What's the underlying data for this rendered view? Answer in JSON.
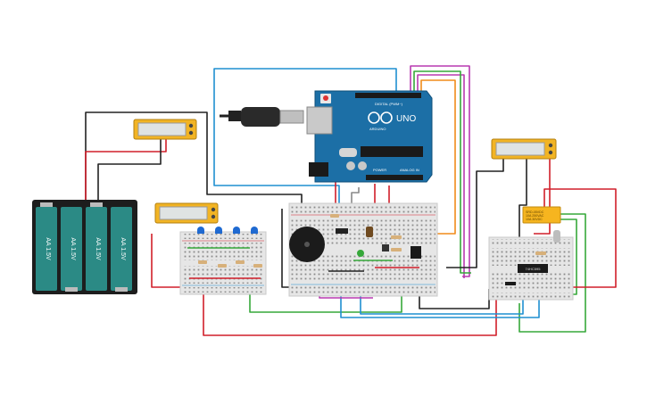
{
  "arduino": {
    "brand": "ARDUINO",
    "model": "UNO",
    "digital_label": "DIGITAL (PWM~)",
    "power_label": "POWER",
    "analog_label": "ANALOG IN"
  },
  "battery": {
    "cells": [
      "AA 1.5V",
      "AA 1.5V",
      "AA 1.5V",
      "AA 1.5V"
    ]
  },
  "relay": {
    "label_lines": [
      "SRD-05VDC",
      "10A 250VAC",
      "10A 30VDC"
    ]
  },
  "ic": {
    "label": "74HC595"
  },
  "colors": {
    "wire_red": "#d11f2a",
    "wire_black": "#222222",
    "wire_blue": "#1f8fd1",
    "wire_magenta": "#b83ab0",
    "wire_green": "#36a83a",
    "wire_orange": "#f08c1a",
    "wire_gray": "#888888",
    "arduino_board": "#1c6fa6",
    "battery_body": "#2b8a85",
    "multimeter_frame": "#f2b424",
    "breadboard": "#e6e6e6",
    "relay_body": "#f6b51f"
  },
  "icons": [
    "usb-cable-icon",
    "arduino-logo-icon",
    "buzzer-icon",
    "led-icon",
    "multimeter-icon"
  ]
}
